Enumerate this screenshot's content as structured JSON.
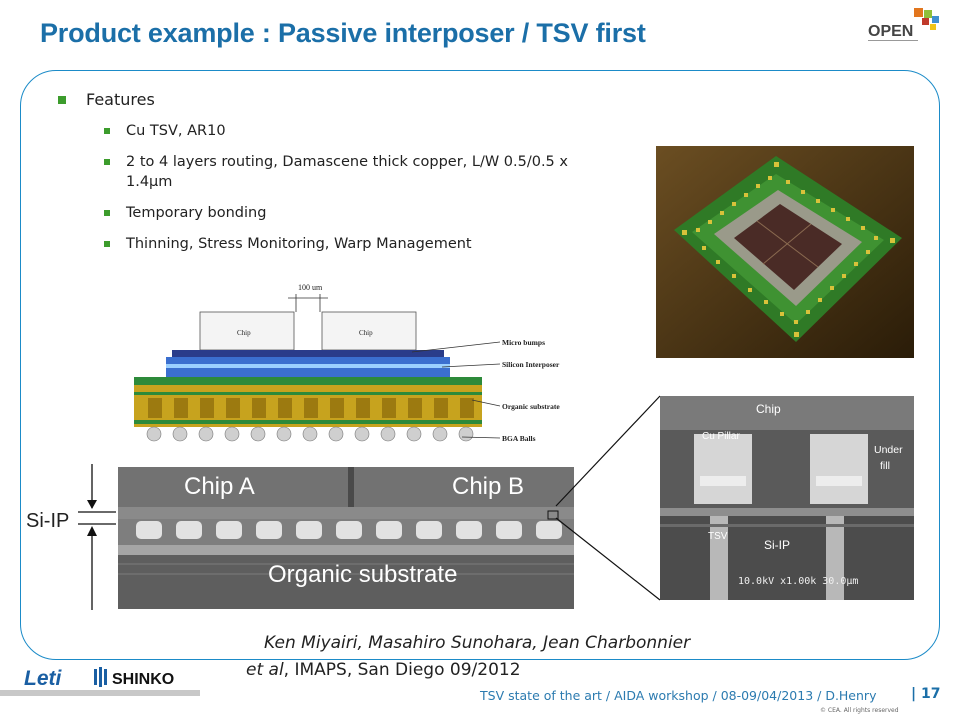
{
  "slide": {
    "title": "Product example : Passive interposer / TSV first",
    "features": {
      "heading": "Features",
      "items": [
        "Cu TSV, AR10",
        "2 to 4 layers  routing, Damascene thick copper, L/W 0.5/0.5 x 1.4µm",
        "Temporary bonding",
        "Thinning, Stress Monitoring, Warp Management"
      ]
    },
    "cross_section": {
      "dimension": "100 um",
      "chip_left": "Chip",
      "chip_right": "Chip",
      "labels": [
        "Micro bumps",
        "Silicon Interposer",
        "Organic substrate",
        "BGA Balls"
      ]
    },
    "sem_main": {
      "chip_a": "Chip A",
      "chip_b": "Chip B",
      "substrate": "Organic substrate",
      "si_ip": "Si-IP"
    },
    "sem_zoom": {
      "chip": "Chip",
      "cu_pillar": "Cu Pillar",
      "underfill_1": "Under",
      "underfill_2": "fill",
      "tsv": "TSV",
      "si_ip": "Si-IP",
      "scale": "10.0kV x1.00k 30.0µm"
    },
    "citation": {
      "authors": "Ken Miyairi, Masahiro Sunohara, Jean Charbonnier",
      "etal": "et al",
      "venue": ", IMAPS, San Diego 09/2012"
    },
    "footer": {
      "text": "TSV state of the art / AIDA workshop / 08-09/04/2013 / D.Henry",
      "separator": "|",
      "page": "17",
      "copyright": "© CEA. All rights reserved"
    },
    "logos": {
      "open": "OPEN",
      "leti": "Leti",
      "shinko": "SHINKO"
    }
  },
  "colors": {
    "title": "#1b6fa8",
    "frame": "#1b8bc8",
    "bullet": "#3c9c2c",
    "footer": "#2c7bb0"
  }
}
